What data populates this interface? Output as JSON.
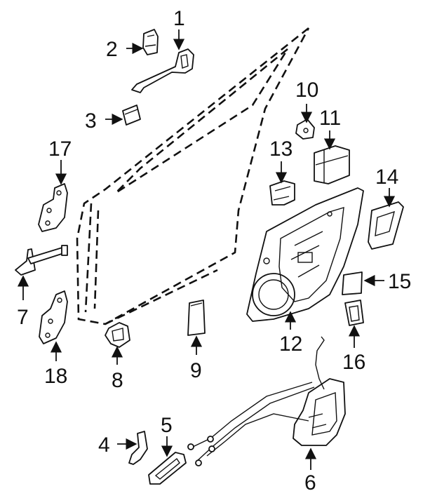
{
  "diagram": {
    "callouts": [
      {
        "id": "1",
        "label": "1"
      },
      {
        "id": "2",
        "label": "2"
      },
      {
        "id": "3",
        "label": "3"
      },
      {
        "id": "4",
        "label": "4"
      },
      {
        "id": "5",
        "label": "5"
      },
      {
        "id": "6",
        "label": "6"
      },
      {
        "id": "7",
        "label": "7"
      },
      {
        "id": "8",
        "label": "8"
      },
      {
        "id": "9",
        "label": "9"
      },
      {
        "id": "10",
        "label": "10"
      },
      {
        "id": "11",
        "label": "11"
      },
      {
        "id": "12",
        "label": "12"
      },
      {
        "id": "13",
        "label": "13"
      },
      {
        "id": "14",
        "label": "14"
      },
      {
        "id": "15",
        "label": "15"
      },
      {
        "id": "16",
        "label": "16"
      },
      {
        "id": "17",
        "label": "17"
      },
      {
        "id": "18",
        "label": "18"
      }
    ],
    "colors": {
      "line": "#111111",
      "background": "#ffffff"
    }
  }
}
